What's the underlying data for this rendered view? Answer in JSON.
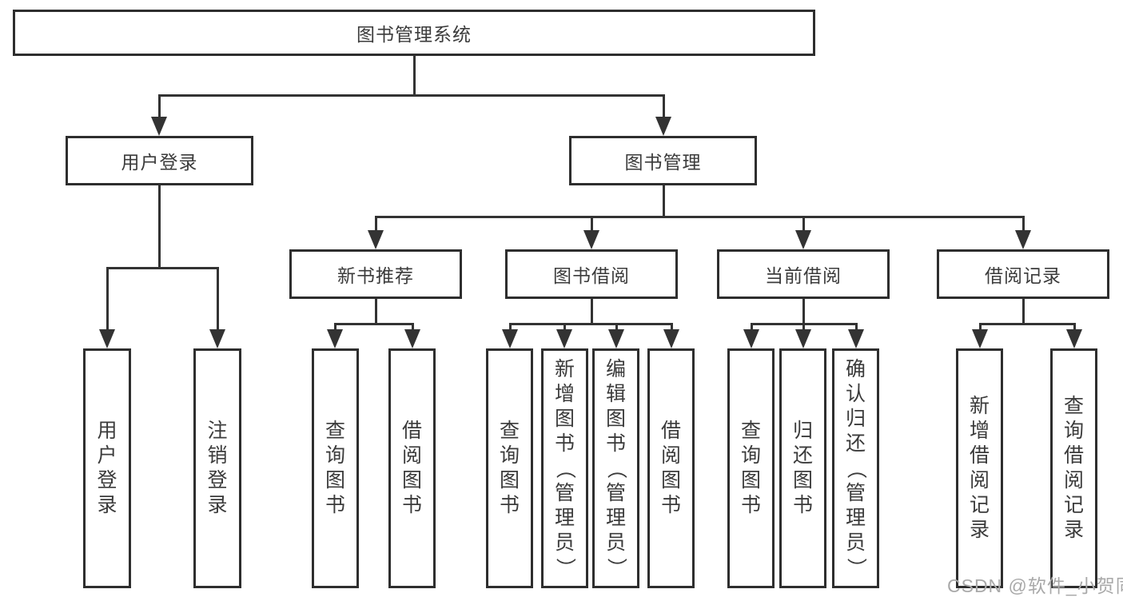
{
  "diagram": {
    "root": {
      "label": "图书管理系统"
    },
    "branches": [
      {
        "label": "用户登录",
        "leaves": [
          {
            "label": "用户登录"
          },
          {
            "label": "注销登录"
          }
        ]
      },
      {
        "label": "图书管理",
        "children": [
          {
            "label": "新书推荐",
            "leaves": [
              {
                "label": "查询图书"
              },
              {
                "label": "借阅图书"
              }
            ]
          },
          {
            "label": "图书借阅",
            "leaves": [
              {
                "label": "查询图书"
              },
              {
                "label": "新增图书（管理员）"
              },
              {
                "label": "编辑图书（管理员）"
              },
              {
                "label": "借阅图书"
              }
            ]
          },
          {
            "label": "当前借阅",
            "leaves": [
              {
                "label": "查询图书"
              },
              {
                "label": "归还图书"
              },
              {
                "label": "确认归还（管理员）"
              }
            ]
          },
          {
            "label": "借阅记录",
            "leaves": [
              {
                "label": "新增借阅记录"
              },
              {
                "label": "查询借阅记录"
              }
            ]
          }
        ]
      }
    ],
    "watermark": "CSDN @软件_小贺同学",
    "colors": {
      "line": "#333333",
      "border": "#2e2e2e",
      "text": "#3b3b3b",
      "watermark": "#a9a9a9",
      "background": "#ffffff"
    }
  }
}
